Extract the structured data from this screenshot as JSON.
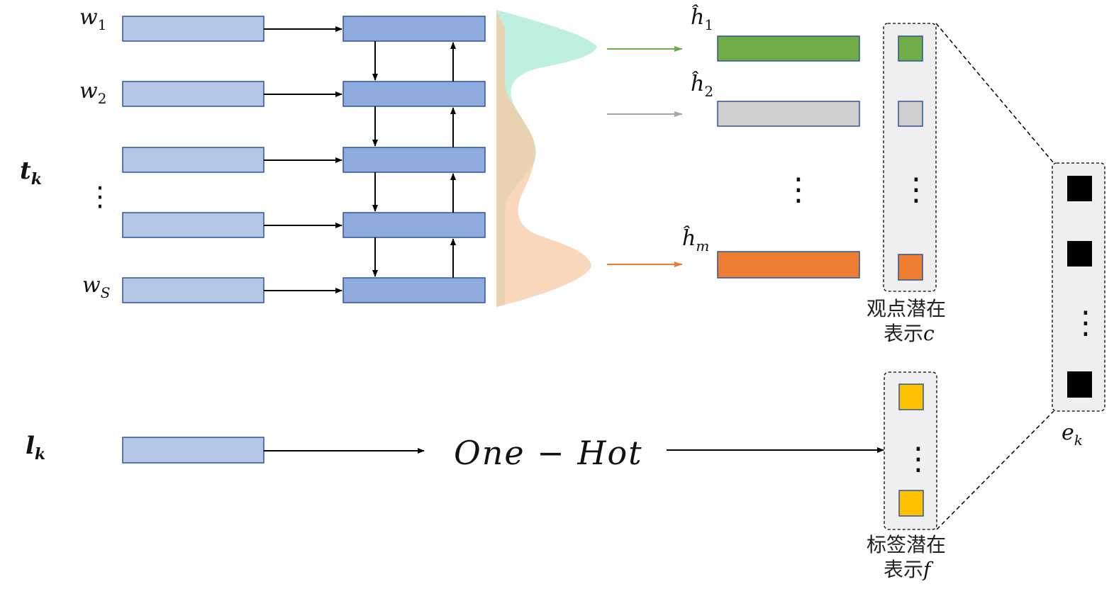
{
  "labels": {
    "t_k": {
      "base": "t",
      "sub": "k"
    },
    "l_k": {
      "base": "l",
      "sub": "k"
    },
    "e_k": {
      "base": "e",
      "sub": "k"
    },
    "words": [
      {
        "base": "w",
        "sub": "1"
      },
      {
        "base": "w",
        "sub": "2"
      },
      {
        "base": "⋮",
        "sub": ""
      },
      {
        "base": "",
        "sub": ""
      },
      {
        "base": "w",
        "sub": "S"
      }
    ],
    "h_hats": [
      {
        "base": "ĥ",
        "sub": "1"
      },
      {
        "base": "ĥ",
        "sub": "2"
      },
      {
        "base": "ĥ",
        "sub": "m"
      }
    ],
    "one_hot": "One − Hot",
    "opinion_latent": {
      "line1": "观点潜在",
      "line2": "表示",
      "symbol": "c"
    },
    "label_latent": {
      "line1": "标签潜在",
      "line2": "表示",
      "symbol": "f"
    },
    "vdots": "⋮"
  },
  "colors": {
    "input_box": "#b4c7e7",
    "hidden_box": "#8faadc",
    "box_border": "#2f5597",
    "h1_green": "#70ad47",
    "h2_gray": "#d0cece",
    "hm_orange": "#ed7d31",
    "label_yellow": "#ffc000",
    "panel_bg": "#efefef",
    "teal_wave": "#a8ead6",
    "peach_wave": "#f7c9a3",
    "arrow_black": "#000000",
    "arrow_green": "#70ad47",
    "arrow_gray": "#a6a6a6",
    "arrow_orange": "#ed7d31",
    "e_square": "#000000"
  },
  "icons": {
    "arrow": "arrow-icon",
    "vertical-dots": "vertical-ellipsis-icon"
  }
}
